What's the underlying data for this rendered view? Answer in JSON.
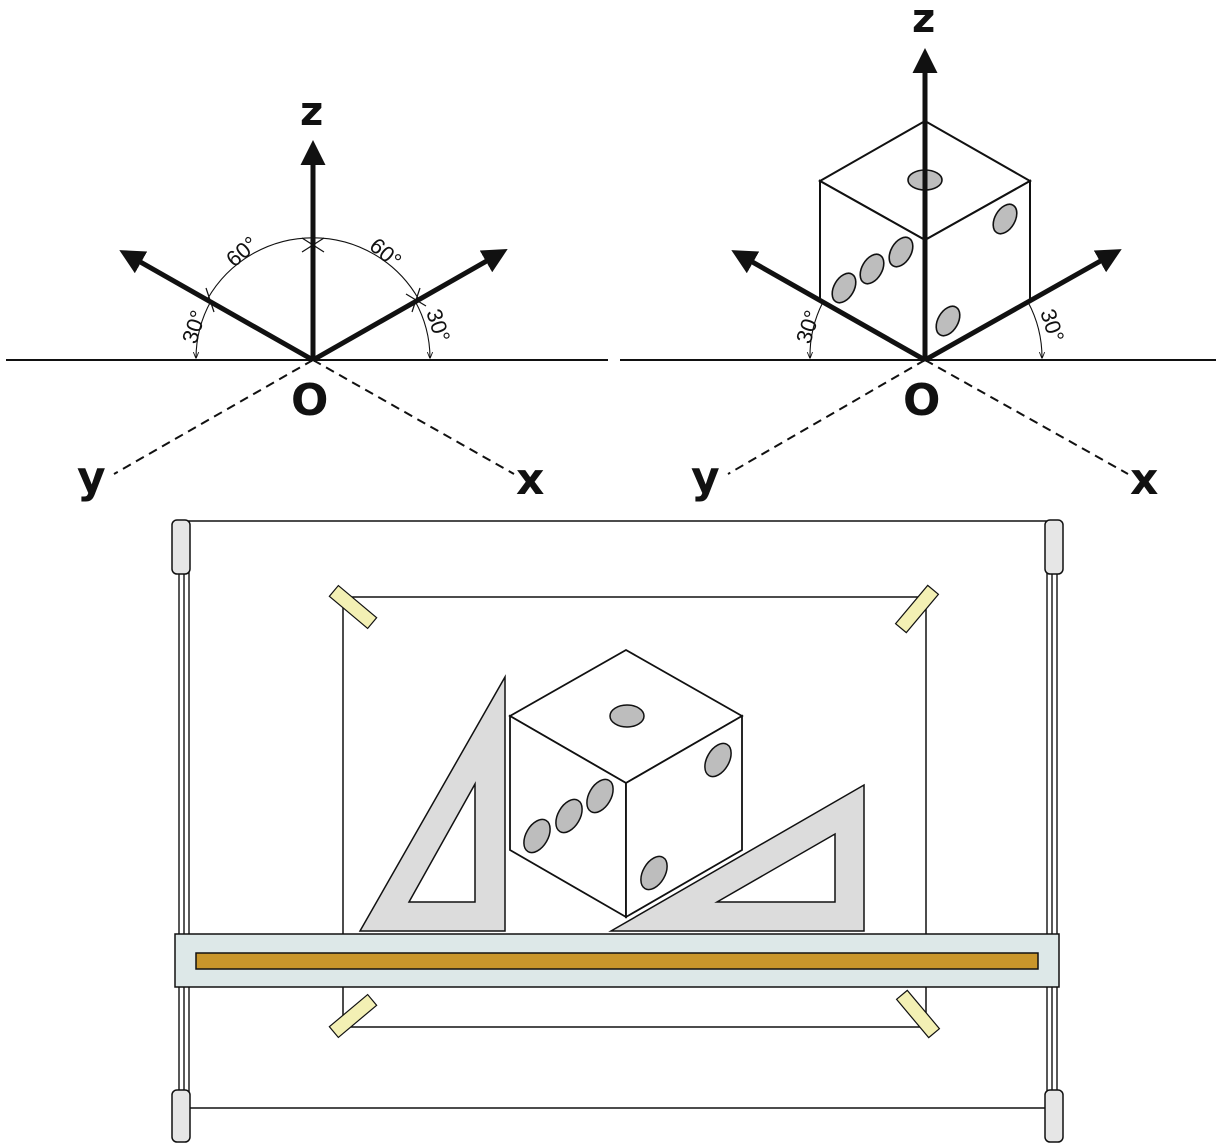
{
  "left_diagram": {
    "axis_labels": {
      "z": "z",
      "x": "x",
      "y": "y",
      "origin": "O"
    },
    "angle_labels": {
      "upper_left": "60°",
      "upper_right": "60°",
      "lower_left": "30°",
      "lower_right": "30°"
    }
  },
  "right_diagram": {
    "axis_labels": {
      "z": "z",
      "x": "x",
      "y": "y",
      "origin": "O"
    },
    "angle_labels": {
      "lower_left": "30°",
      "lower_right": "30°"
    }
  },
  "colors": {
    "line": "#111111",
    "die_pip": "#bdbdbd",
    "triangle_fill": "#dcdcdc",
    "tape": "#f3f0b4",
    "ruler_body": "#dde8e8",
    "ruler_strip": "#c9962b",
    "rail_clip": "#e6e6e6"
  }
}
